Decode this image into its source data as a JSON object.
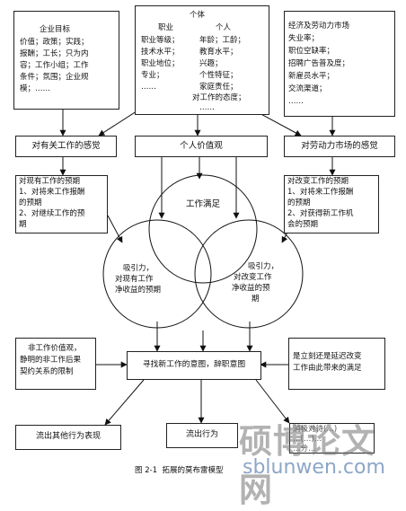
{
  "top_left_box": {
    "heading": "企业目标",
    "lines": [
      "价值；政策；实践；",
      "报酬；工长；只为内",
      "容；工作小组；工作",
      "条件；氛围；企业规",
      "模；……"
    ]
  },
  "top_middle_box": {
    "heading": "个体",
    "col1_heading": "职业",
    "col1_lines": [
      "职业等级；",
      "技术水平；",
      "职业地位；",
      "专业；",
      "……"
    ],
    "col2_heading": "个人",
    "col2_lines": [
      "年龄；工龄；",
      "教育水平；",
      "兴趣；",
      "个性特征；",
      "家庭责任；",
      "对工作的态度；",
      "……"
    ]
  },
  "top_right_box": {
    "lines": [
      "经济及劳动力市场",
      "失业率；",
      "职位空缺率；",
      "招聘广告普及度；",
      "新雇员水平；",
      "交流渠道；",
      "……"
    ]
  },
  "row2": {
    "left": "对有关工作的感觉",
    "middle": "个人价值观",
    "right": "对劳动力市场的感觉"
  },
  "expect_left": [
    "对现有工作的预期",
    "1、对将来工作报酬",
    "的预期",
    "2、对继续工作的预",
    "期"
  ],
  "expect_right": [
    "对改变工作的预期",
    "1、对将来工作报酬",
    "的预期",
    "2、对获得新工作机",
    "会的预期"
  ],
  "venn": {
    "top": "工作满足",
    "left": [
      "吸引力，",
      "对现有工作",
      "净收益的预期"
    ],
    "right": [
      "吸引力，",
      "对改变工作",
      "净收益的预",
      "期"
    ]
  },
  "bottom_left_box": [
    "非工作价值观，",
    "静明的非工作后果",
    "契约关系的限制"
  ],
  "center_box": "寻找新工作的意图，辞职意图",
  "bottom_right_box": [
    "是立刻还是延迟改变",
    "工作由此带来的满足"
  ],
  "final_left": "流出其他行为表现",
  "final_middle": "流出行为",
  "final_right_partial": [
    "消极对待(…)",
    "…(…)…",
    "…分…"
  ],
  "caption": "图 2-1  拓展的莫布雷模型",
  "watermark": {
    "main": "硕博论文网",
    "url": "sblunwen.com"
  }
}
